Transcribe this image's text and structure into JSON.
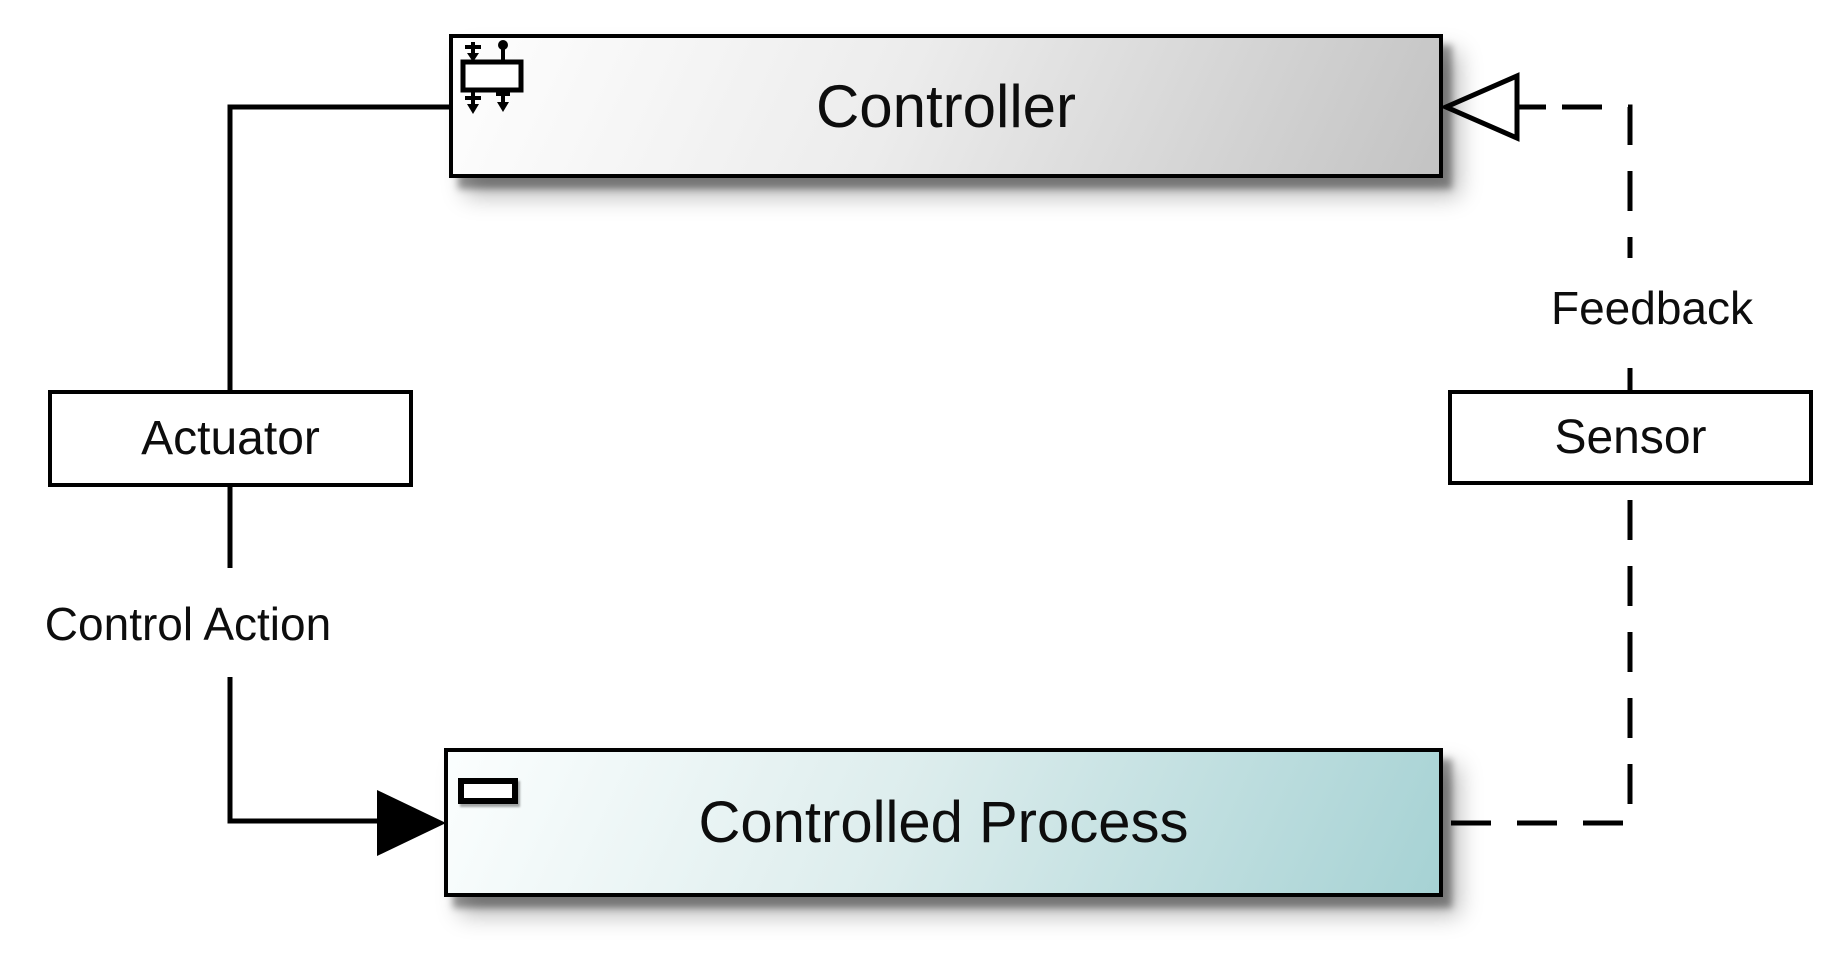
{
  "diagram": {
    "nodes": {
      "controller": {
        "label": "Controller",
        "icon": "block-with-ports-icon",
        "style": "gray-gradient"
      },
      "actuator": {
        "label": "Actuator",
        "style": "plain-white"
      },
      "sensor": {
        "label": "Sensor",
        "style": "plain-white"
      },
      "controlled_process": {
        "label": "Controlled Process",
        "icon": "block-icon",
        "style": "teal-gradient"
      }
    },
    "edges": {
      "control_action": {
        "label": "Control Action",
        "from": "controller",
        "via": "actuator",
        "to": "controlled_process",
        "line_style": "solid",
        "arrowhead": "filled-triangle"
      },
      "feedback": {
        "label": "Feedback",
        "from": "controlled_process",
        "via": "sensor",
        "to": "controller",
        "line_style": "dashed",
        "arrowhead": "open-triangle"
      }
    }
  },
  "colors": {
    "line_color": "#000000",
    "label_color": "#0d0d0d",
    "node_fill": "#ffffff",
    "controller_grad_start": "#fefefe",
    "controller_grad_end": "#c3c3c3",
    "process_grad_start": "#fbfefe",
    "process_grad_end": "#a6d2d4",
    "bg": "#ffffff"
  }
}
